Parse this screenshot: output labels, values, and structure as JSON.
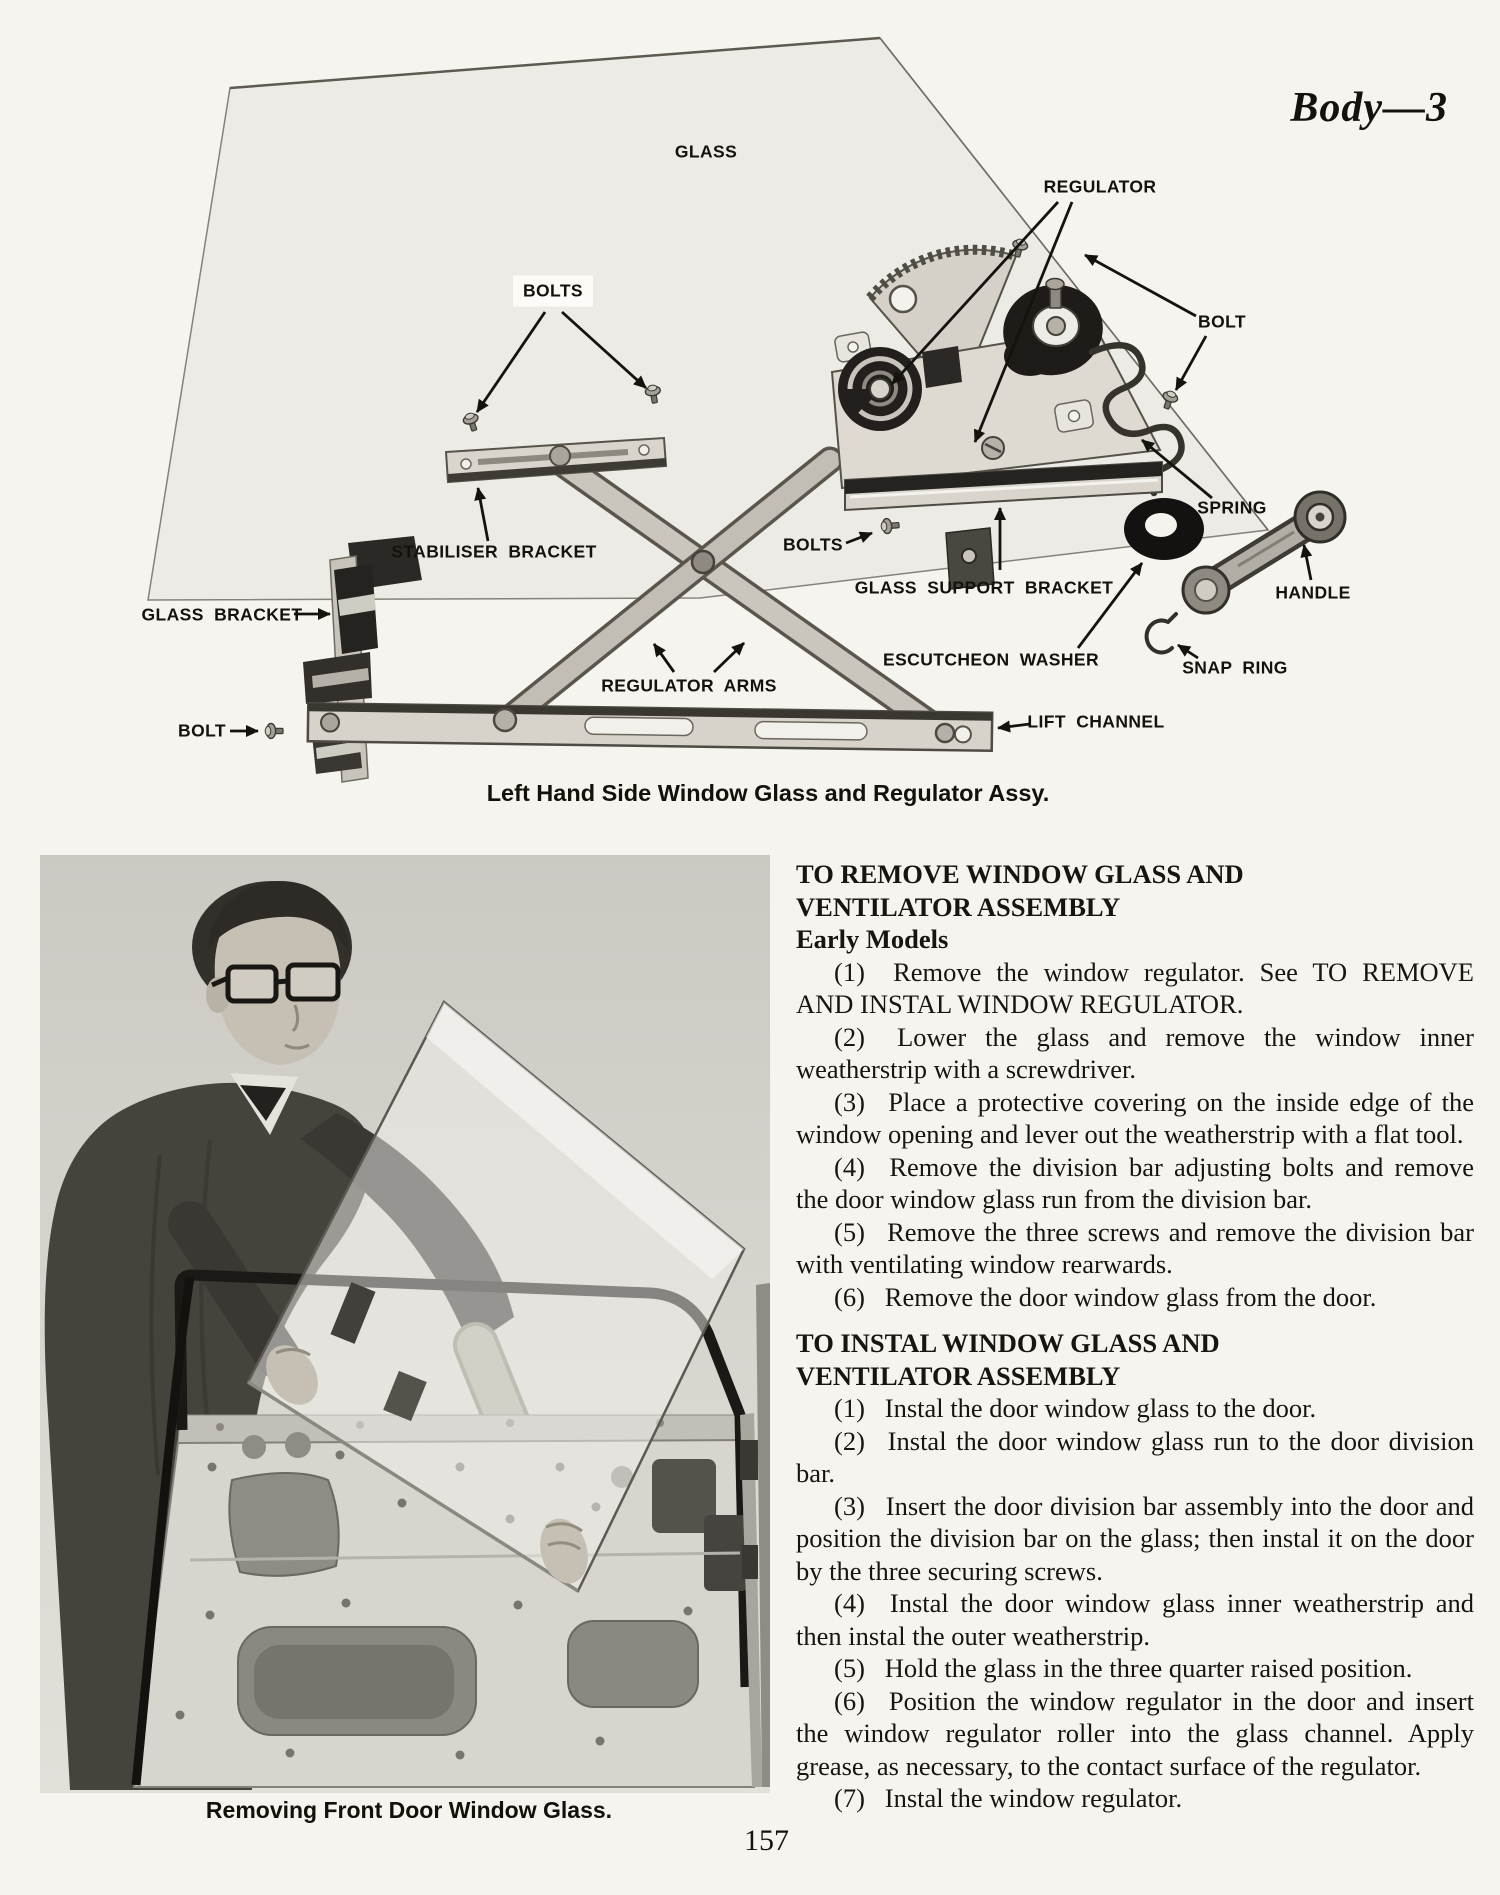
{
  "page": {
    "header": "Body—3",
    "page_number": "157"
  },
  "diagram": {
    "caption": "Left Hand Side Window Glass and Regulator Assy.",
    "labels": {
      "glass": "GLASS",
      "regulator": "REGULATOR",
      "bolts_top": "BOLTS",
      "bolt_right": "BOLT",
      "spring": "SPRING",
      "handle": "HANDLE",
      "stabiliser_bracket": "STABILISER BRACKET",
      "bolts_mid": "BOLTS",
      "glass_support_bracket": "GLASS SUPPORT BRACKET",
      "escutcheon_washer": "ESCUTCHEON WASHER",
      "snap_ring": "SNAP RING",
      "glass_bracket": "GLASS BRACKET",
      "regulator_arms": "REGULATOR ARMS",
      "bolt_left": "BOLT",
      "lift_channel": "LIFT CHANNEL"
    }
  },
  "photo": {
    "caption": "Removing Front Door Window Glass."
  },
  "article": {
    "sections": [
      {
        "heading_line1": "TO REMOVE WINDOW GLASS AND",
        "heading_line2": "VENTILATOR ASSEMBLY",
        "subheading": "Early Models",
        "steps": [
          "(1)  Remove the window regulator. See TO REMOVE AND INSTAL WINDOW REGULATOR.",
          "(2)  Lower the glass and remove the window inner weatherstrip with a screwdriver.",
          "(3)  Place a protective covering on the inside edge of the window opening and lever out the weatherstrip with a flat tool.",
          "(4)  Remove the division bar adjusting bolts and remove the door window glass run from the division bar.",
          "(5)  Remove the three screws and remove the division bar with ventilating window rearwards.",
          "(6)  Remove the door window glass from the door."
        ]
      },
      {
        "heading_line1": "TO INSTAL WINDOW GLASS AND",
        "heading_line2": "VENTILATOR ASSEMBLY",
        "subheading": "",
        "steps": [
          "(1)  Instal the door window glass to the door.",
          "(2)  Instal the door window glass run to the door division bar.",
          "(3)  Insert the door division bar assembly into the door and position the division bar on the glass; then instal it on the door by the three securing screws.",
          "(4)  Instal the door window glass inner weatherstrip and then instal the outer weatherstrip.",
          "(5)  Hold the glass in the three quarter raised position.",
          "(6)  Position the window regulator in the door and insert the window regulator roller into the glass channel. Apply grease, as necessary, to the contact surface of the regulator.",
          "(7)  Instal the window regulator."
        ]
      }
    ]
  }
}
